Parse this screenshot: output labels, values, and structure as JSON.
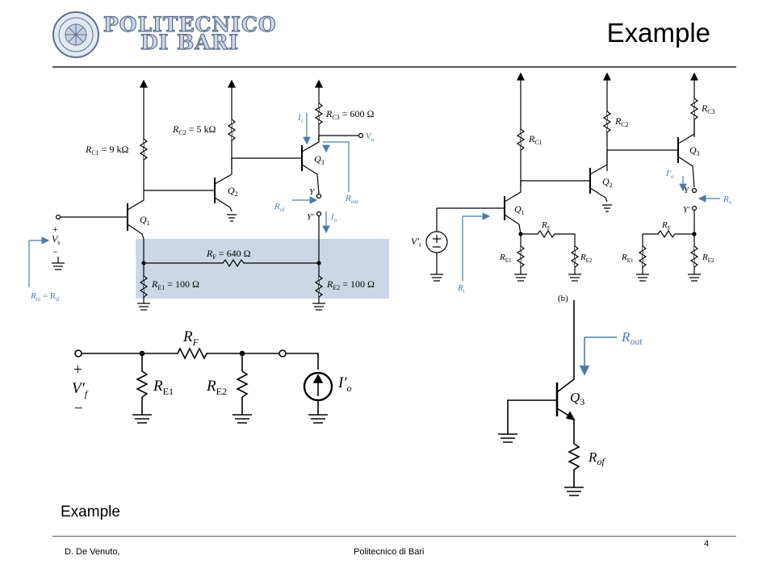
{
  "header": {
    "title": "Example",
    "logo_line1": "POLITECNICO",
    "logo_line2": "DI BARI"
  },
  "footer": {
    "author": "D. De Venuto,",
    "institution": "Politecnico di Bari",
    "page": "4"
  },
  "caption": "Example",
  "diagram_a": {
    "rc1": "R",
    "rc1_sub": "C1",
    "rc1_val": " = 9 kΩ",
    "rc2": "R",
    "rc2_sub": "C2",
    "rc2_val": " = 5 kΩ",
    "rc3": "R",
    "rc3_sub": "C3",
    "rc3_val": " = 600 Ω",
    "rf": "R",
    "rf_sub": "F",
    "rf_val": " = 640 Ω",
    "re1": "R",
    "re1_sub": "E1",
    "re1_val": " = 100 Ω",
    "re2": "R",
    "re2_sub": "E2",
    "re2_val": " = 100 Ω",
    "q1": "Q",
    "q1_sub": "1",
    "q2": "Q",
    "q2_sub": "2",
    "q3": "Q",
    "q3_sub": "3",
    "vs": "V",
    "vs_sub": "s",
    "plus": "+",
    "minus": "−",
    "ic": "I",
    "ic_sub": "c",
    "vo": "V",
    "vo_sub": "o",
    "rout": "R",
    "rout_sub": "out",
    "y": "Y",
    "yp": "Y′",
    "rof": "R",
    "rof_sub": "of",
    "io": "I",
    "io_sub": "o",
    "rin": "R",
    "rin_sub": "in",
    "rin_eq": " = R",
    "rin_eq_sub": "if",
    "highlight_color": "#cbd7e4",
    "annot_color": "#4a7cae"
  },
  "diagram_b": {
    "label": "(b)",
    "rc1": "R",
    "rc1_sub": "C1",
    "rc2": "R",
    "rc2_sub": "C2",
    "rc3": "R",
    "rc3_sub": "C3",
    "q1": "Q",
    "q1_sub": "1",
    "q2": "Q",
    "q2_sub": "2",
    "q3": "Q",
    "q3_sub": "3",
    "rf1": "R",
    "rf1_sub": "F",
    "rf2": "R",
    "rf2_sub": "F",
    "re1a": "R",
    "re1a_sub": "E1",
    "re2a": "R",
    "re2a_sub": "E2",
    "re1b": "R",
    "re1b_sub": "E1",
    "re2b": "R",
    "re2b_sub": "E2",
    "vi": "V′",
    "vi_sub": "i",
    "ri": "R",
    "ri_sub": "i",
    "io": "I′",
    "io_sub": "o",
    "ro": "R",
    "ro_sub": "o",
    "y": "Y",
    "yp": "Y′"
  },
  "diagram_c": {
    "rf": "R",
    "rf_sub": "F",
    "re1": "R",
    "re1_sub": "E1",
    "re2": "R",
    "re2_sub": "E2",
    "vf": "V′",
    "vf_sub": "f",
    "plus": "+",
    "minus": "−",
    "io": "I′",
    "io_sub": "o"
  },
  "diagram_d": {
    "q3": "Q",
    "q3_sub": "3",
    "rout": "R",
    "rout_sub": "out",
    "rof": "R",
    "rof_sub": "of"
  }
}
